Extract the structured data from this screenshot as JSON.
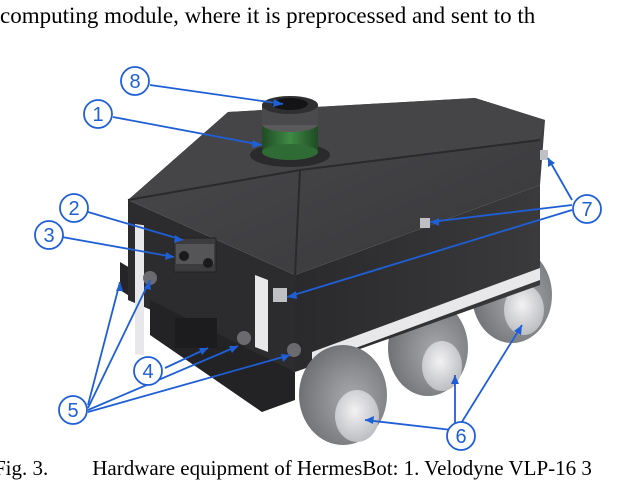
{
  "text": {
    "top_line": "computing module, where it is preprocessed and sent to th",
    "caption_label": "Fig. 3.",
    "caption_text": "Hardware equipment of HermesBot: 1. Velodyne VLP-16 3"
  },
  "callouts": {
    "c1": "1",
    "c2": "2",
    "c3": "3",
    "c4": "4",
    "c5": "5",
    "c6": "6",
    "c7": "7",
    "c8": "8"
  },
  "colors": {
    "callout_blue": "#1f5fd6",
    "robot_body": "#2f2f31",
    "wheel": "#8a8c90",
    "hub": "#d9d9dc",
    "lidar_green": "#2f6b35"
  }
}
